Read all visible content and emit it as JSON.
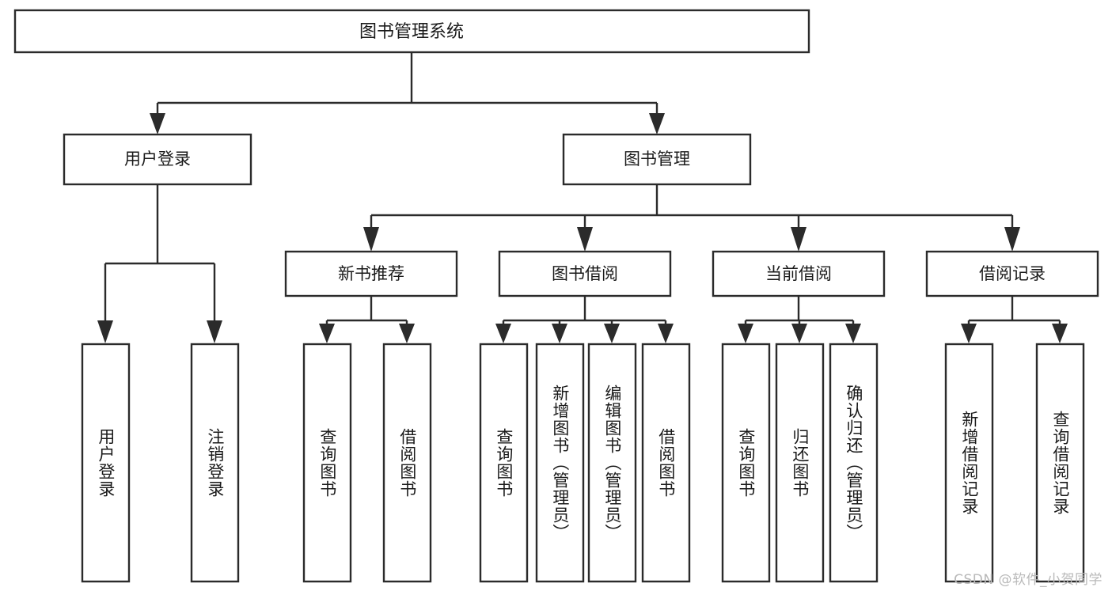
{
  "diagram": {
    "type": "tree-hierarchy",
    "title": "图书管理系统",
    "orientation": "top-down",
    "watermark": "CSDN @软件_小贺同学",
    "colors": {
      "box_stroke": "#2b2b2b",
      "box_fill": "#ffffff",
      "connector": "#2b2b2b",
      "text": "#1a1a1a",
      "watermark": "#b9b9b9",
      "background": "#ffffff"
    },
    "root": {
      "label": "图书管理系统",
      "level": 0
    },
    "level1": [
      {
        "id": "user-login",
        "label": "用户登录"
      },
      {
        "id": "book-manage",
        "label": "图书管理"
      }
    ],
    "level2": [
      {
        "id": "new-book-recommend",
        "label": "新书推荐",
        "parent": "book-manage"
      },
      {
        "id": "book-borrow",
        "label": "图书借阅",
        "parent": "book-manage"
      },
      {
        "id": "current-borrow",
        "label": "当前借阅",
        "parent": "book-manage"
      },
      {
        "id": "borrow-record",
        "label": "借阅记录",
        "parent": "book-manage"
      }
    ],
    "leaves": {
      "user-login": [
        {
          "id": "leaf-user-login",
          "label": "用户登录"
        },
        {
          "id": "leaf-logout-login",
          "label": "注销登录"
        }
      ],
      "new-book-recommend": [
        {
          "id": "leaf-query-book-1",
          "label": "查询图书"
        },
        {
          "id": "leaf-borrow-book-1",
          "label": "借阅图书"
        }
      ],
      "book-borrow": [
        {
          "id": "leaf-query-book-2",
          "label": "查询图书"
        },
        {
          "id": "leaf-add-book",
          "label": "新增图书（管理员）"
        },
        {
          "id": "leaf-edit-book",
          "label": "编辑图书（管理员）"
        },
        {
          "id": "leaf-borrow-book-2",
          "label": "借阅图书"
        }
      ],
      "current-borrow": [
        {
          "id": "leaf-query-book-3",
          "label": "查询图书"
        },
        {
          "id": "leaf-return-book",
          "label": "归还图书"
        },
        {
          "id": "leaf-confirm-return",
          "label": "确认归还（管理员）"
        }
      ],
      "borrow-record": [
        {
          "id": "leaf-add-record",
          "label": "新增借阅记录"
        },
        {
          "id": "leaf-query-record",
          "label": "查询借阅记录"
        }
      ]
    }
  }
}
